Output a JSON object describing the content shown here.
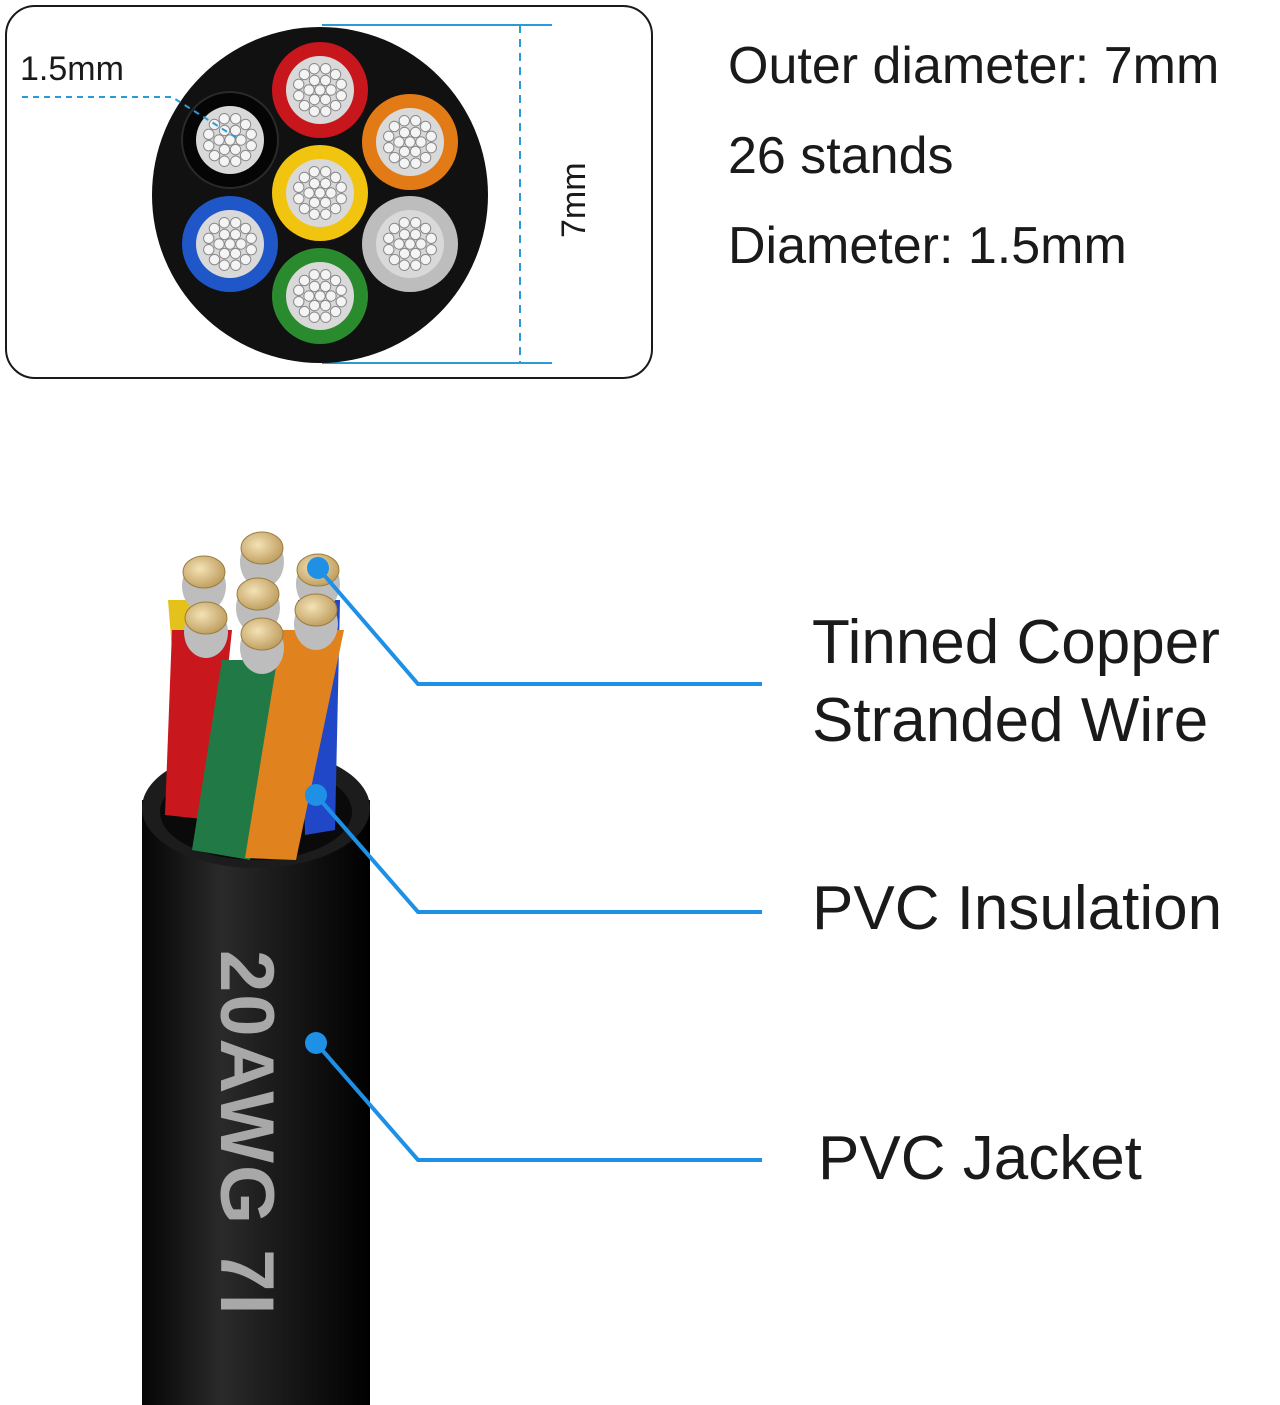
{
  "specs": {
    "outer_diameter": "Outer diameter: 7mm",
    "strands": "26 stands",
    "diameter": "Diameter: 1.5mm"
  },
  "cross_section": {
    "core_label": "1.5mm",
    "height_label": "7mm",
    "jacket_color": "#111111",
    "cores": [
      {
        "name": "red-core",
        "color": "#c8161d"
      },
      {
        "name": "orange-core",
        "color": "#e27b16"
      },
      {
        "name": "grey-core",
        "color": "#bdbdbd"
      },
      {
        "name": "green-core",
        "color": "#2a8a2e"
      },
      {
        "name": "blue-core",
        "color": "#1f57c8"
      },
      {
        "name": "black-core",
        "color": "#050505"
      },
      {
        "name": "yellow-core",
        "color": "#f1c40f"
      }
    ]
  },
  "cable": {
    "print": "20AWG 7I",
    "callouts": {
      "copper": [
        "Tinned Copper",
        "Stranded Wire"
      ],
      "insulation": "PVC Insulation",
      "jacket": "PVC Jacket"
    },
    "leader_color": "#1e90e6"
  }
}
